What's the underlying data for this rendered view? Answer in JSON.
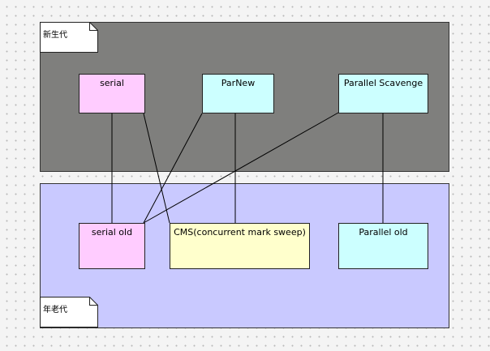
{
  "regions": {
    "young": {
      "label": "新生代",
      "color": "#7f7f7d"
    },
    "old": {
      "label": "年老代",
      "color": "#c9c9ff"
    }
  },
  "collectors": {
    "young": [
      {
        "id": "serial",
        "label": "serial",
        "color": "#ffccff"
      },
      {
        "id": "parnew",
        "label": "ParNew",
        "color": "#ccffff"
      },
      {
        "id": "parallel_scavenge",
        "label": "Parallel Scavenge",
        "color": "#ccffff"
      }
    ],
    "old": [
      {
        "id": "serial_old",
        "label": "serial old",
        "color": "#ffccff"
      },
      {
        "id": "cms",
        "label": "CMS(concurrent mark sweep)",
        "color": "#ffffcc"
      },
      {
        "id": "parallel_old",
        "label": "Parallel old",
        "color": "#ccffff"
      }
    ]
  },
  "connections": [
    {
      "from": "serial",
      "to": "serial_old"
    },
    {
      "from": "serial",
      "to": "cms"
    },
    {
      "from": "parnew",
      "to": "serial_old"
    },
    {
      "from": "parnew",
      "to": "cms"
    },
    {
      "from": "parallel_scavenge",
      "to": "serial_old"
    },
    {
      "from": "parallel_scavenge",
      "to": "parallel_old"
    }
  ]
}
